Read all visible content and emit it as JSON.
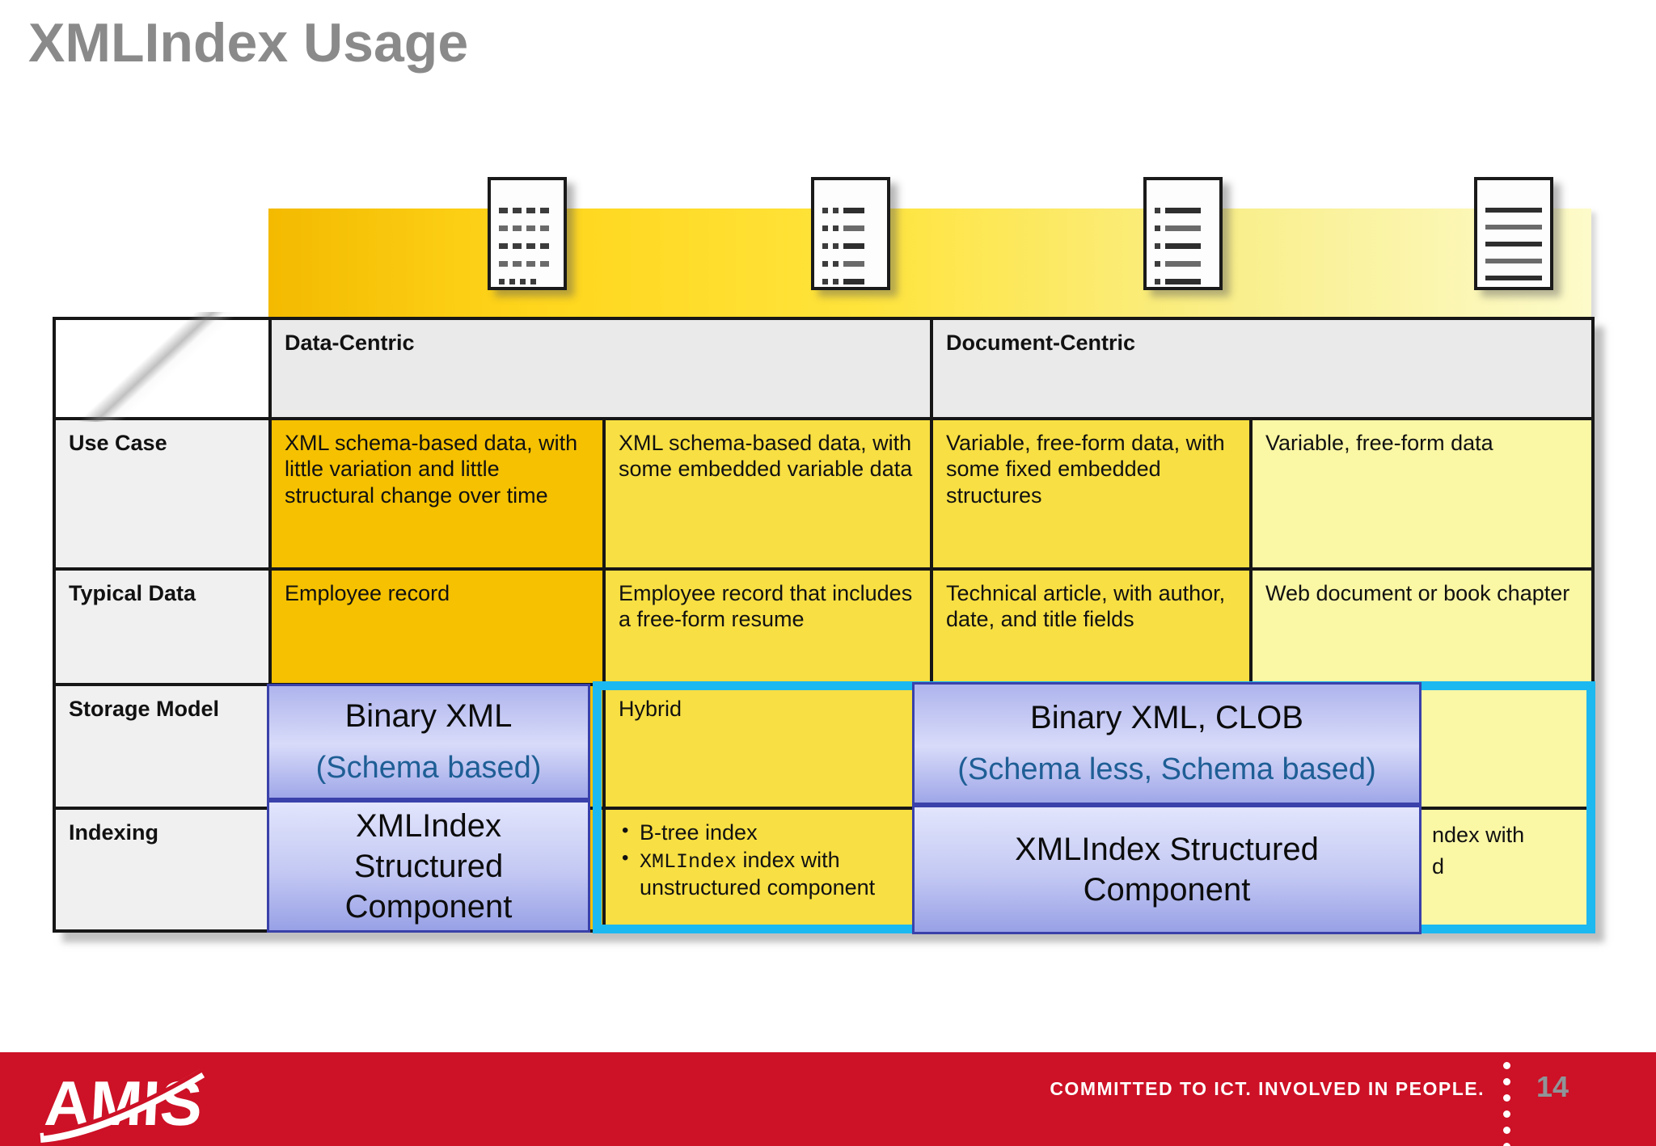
{
  "slide": {
    "title": "XMLIndex Usage",
    "page_number": "14",
    "footer_tagline": "COMMITTED TO ICT. INVOLVED IN PEOPLE.",
    "logo_text": "AMIS"
  },
  "colors": {
    "footer_red": "#cd1126",
    "highlight_cyan": "#1cb8f0",
    "overlay_border_blue": "#3a41aa",
    "gold_cell": "#f5c101",
    "yellow_cell": "#f8df43",
    "pale_yellow_cell": "#faf7a5",
    "title_gray": "#8a8a8a",
    "schema_text_blue": "#1e5e95"
  },
  "icons": [
    {
      "name": "data-grid-document-icon"
    },
    {
      "name": "semi-structured-document-icon"
    },
    {
      "name": "list-document-icon"
    },
    {
      "name": "text-document-icon"
    }
  ],
  "table": {
    "column_groups": [
      "Data-Centric",
      "Document-Centric"
    ],
    "row_labels": [
      "Use Case",
      "Typical Data",
      "Storage Model",
      "Indexing"
    ],
    "use_case": [
      "XML schema-based data, with little variation and little structural change over time",
      "XML schema-based data, with some embedded variable data",
      "Variable, free-form data, with some fixed embedded structures",
      "Variable, free-form data"
    ],
    "typical_data": [
      "Employee record",
      "Employee record that includes a free-form resume",
      "Technical article, with author, date, and title fields",
      "Web document or book chapter"
    ],
    "storage_model_col2": "Hybrid",
    "indexing_col2_bullet1": "B-tree index",
    "indexing_col2_bullet2_mono": "XMLIndex",
    "indexing_col2_bullet2_rest": " index with unstructured component",
    "indexing_col4_fragment_line1": "ndex with",
    "indexing_col4_fragment_line2": "d"
  },
  "overlays": {
    "left_storage_line1": "Binary XML",
    "left_storage_line2": "(Schema based)",
    "left_indexing_text": "XMLIndex Structured Component",
    "right_storage_line1": "Binary XML, CLOB",
    "right_storage_line2": "(Schema less, Schema based)",
    "right_indexing_text": "XMLIndex Structured Component"
  }
}
